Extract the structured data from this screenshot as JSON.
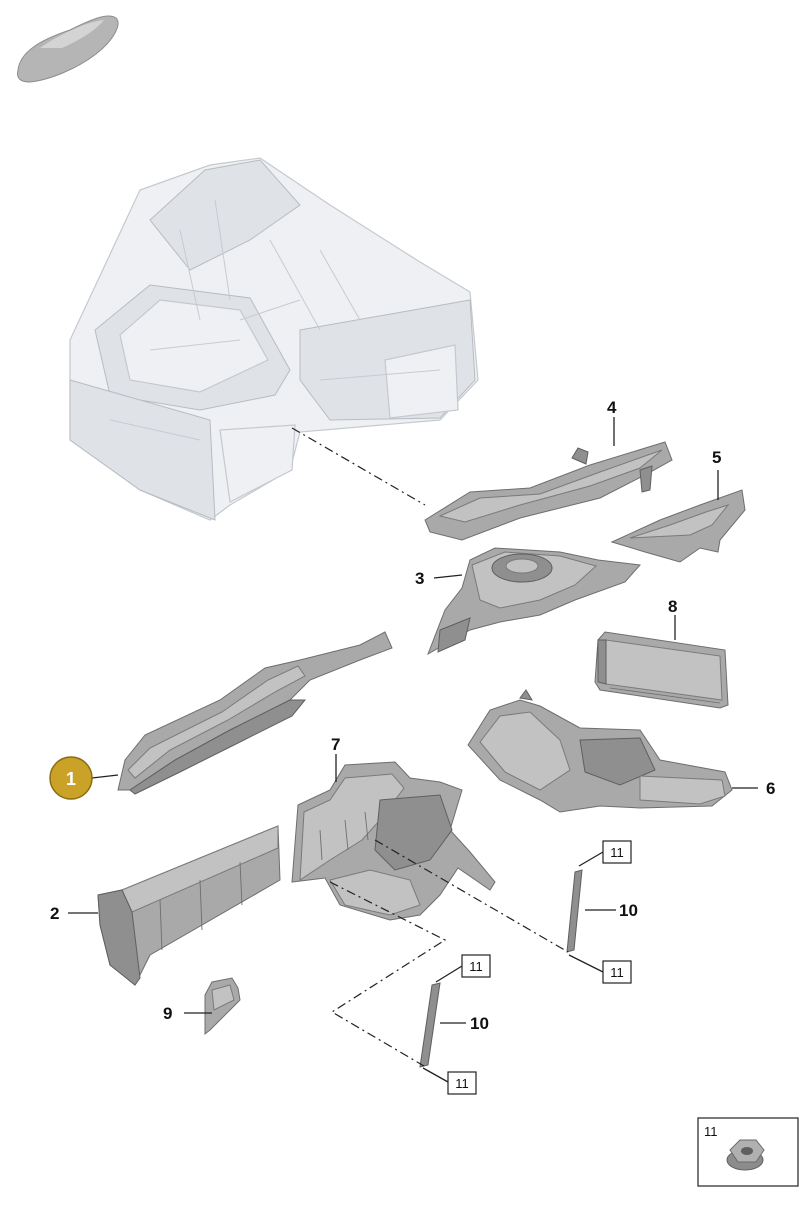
{
  "callouts": [
    {
      "id": "c1",
      "label": "1",
      "highlighted": true
    },
    {
      "id": "c2",
      "label": "2"
    },
    {
      "id": "c3",
      "label": "3"
    },
    {
      "id": "c4",
      "label": "4"
    },
    {
      "id": "c5",
      "label": "5"
    },
    {
      "id": "c6",
      "label": "6"
    },
    {
      "id": "c7",
      "label": "7"
    },
    {
      "id": "c8",
      "label": "8"
    },
    {
      "id": "c9",
      "label": "9"
    },
    {
      "id": "c10a",
      "label": "10"
    },
    {
      "id": "c10b",
      "label": "10"
    }
  ],
  "boxed_callouts": [
    "11",
    "11",
    "11",
    "11"
  ],
  "inset": {
    "label": "11",
    "icon": "hex-nut-icon"
  },
  "thumbnail": {
    "icon": "car-silhouette-icon"
  },
  "colors": {
    "highlight_fill": "#c9a227",
    "highlight_stroke": "#8a6d10",
    "part_gray": "#a9a9a9",
    "frame_light": "#eef0f3"
  }
}
